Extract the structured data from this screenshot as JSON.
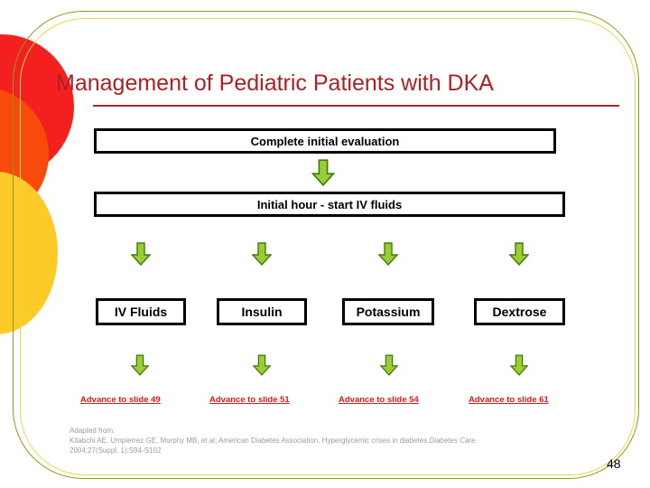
{
  "slide": {
    "title": "Management of Pediatric Patients with DKA",
    "page_number": "48"
  },
  "theme": {
    "title_color": "#b01f24",
    "rule_color": "#a8272c",
    "link_color": "#d81b1b",
    "arrow_fill": "#9ACD32",
    "arrow_stroke": "#3f7a0d",
    "box_border": "#000000",
    "citation_color": "#9b9b9b",
    "frame_outer_color": "#8a9a18",
    "frame_inner_color": "#e8d94a",
    "circle_red": "#f42020",
    "circle_orange": "#f74a0b",
    "circle_yellow": "#fccb28"
  },
  "flow": {
    "step_1": "Complete initial evaluation",
    "step_2": "Initial hour - start IV fluids",
    "treatments": [
      {
        "label": "IV Fluids",
        "link": "Advance to slide 49"
      },
      {
        "label": "Insulin",
        "link": "Advance to slide 51"
      },
      {
        "label": "Potassium",
        "link": "Advance to slide 54"
      },
      {
        "label": "Dextrose",
        "link": "Advance to slide 61"
      }
    ]
  },
  "citation": {
    "line_1": "Adapted from:",
    "line_2_part_1": "Kitabchi AE, Umpierrez GE, Murphy MB, et al; American Diabetes Association. Hyperglycemic crises in diabetes.",
    "line_2_journal": "Diabetes Care.",
    "line_3": "2004;27(Suppl. 1):S94-S102"
  }
}
